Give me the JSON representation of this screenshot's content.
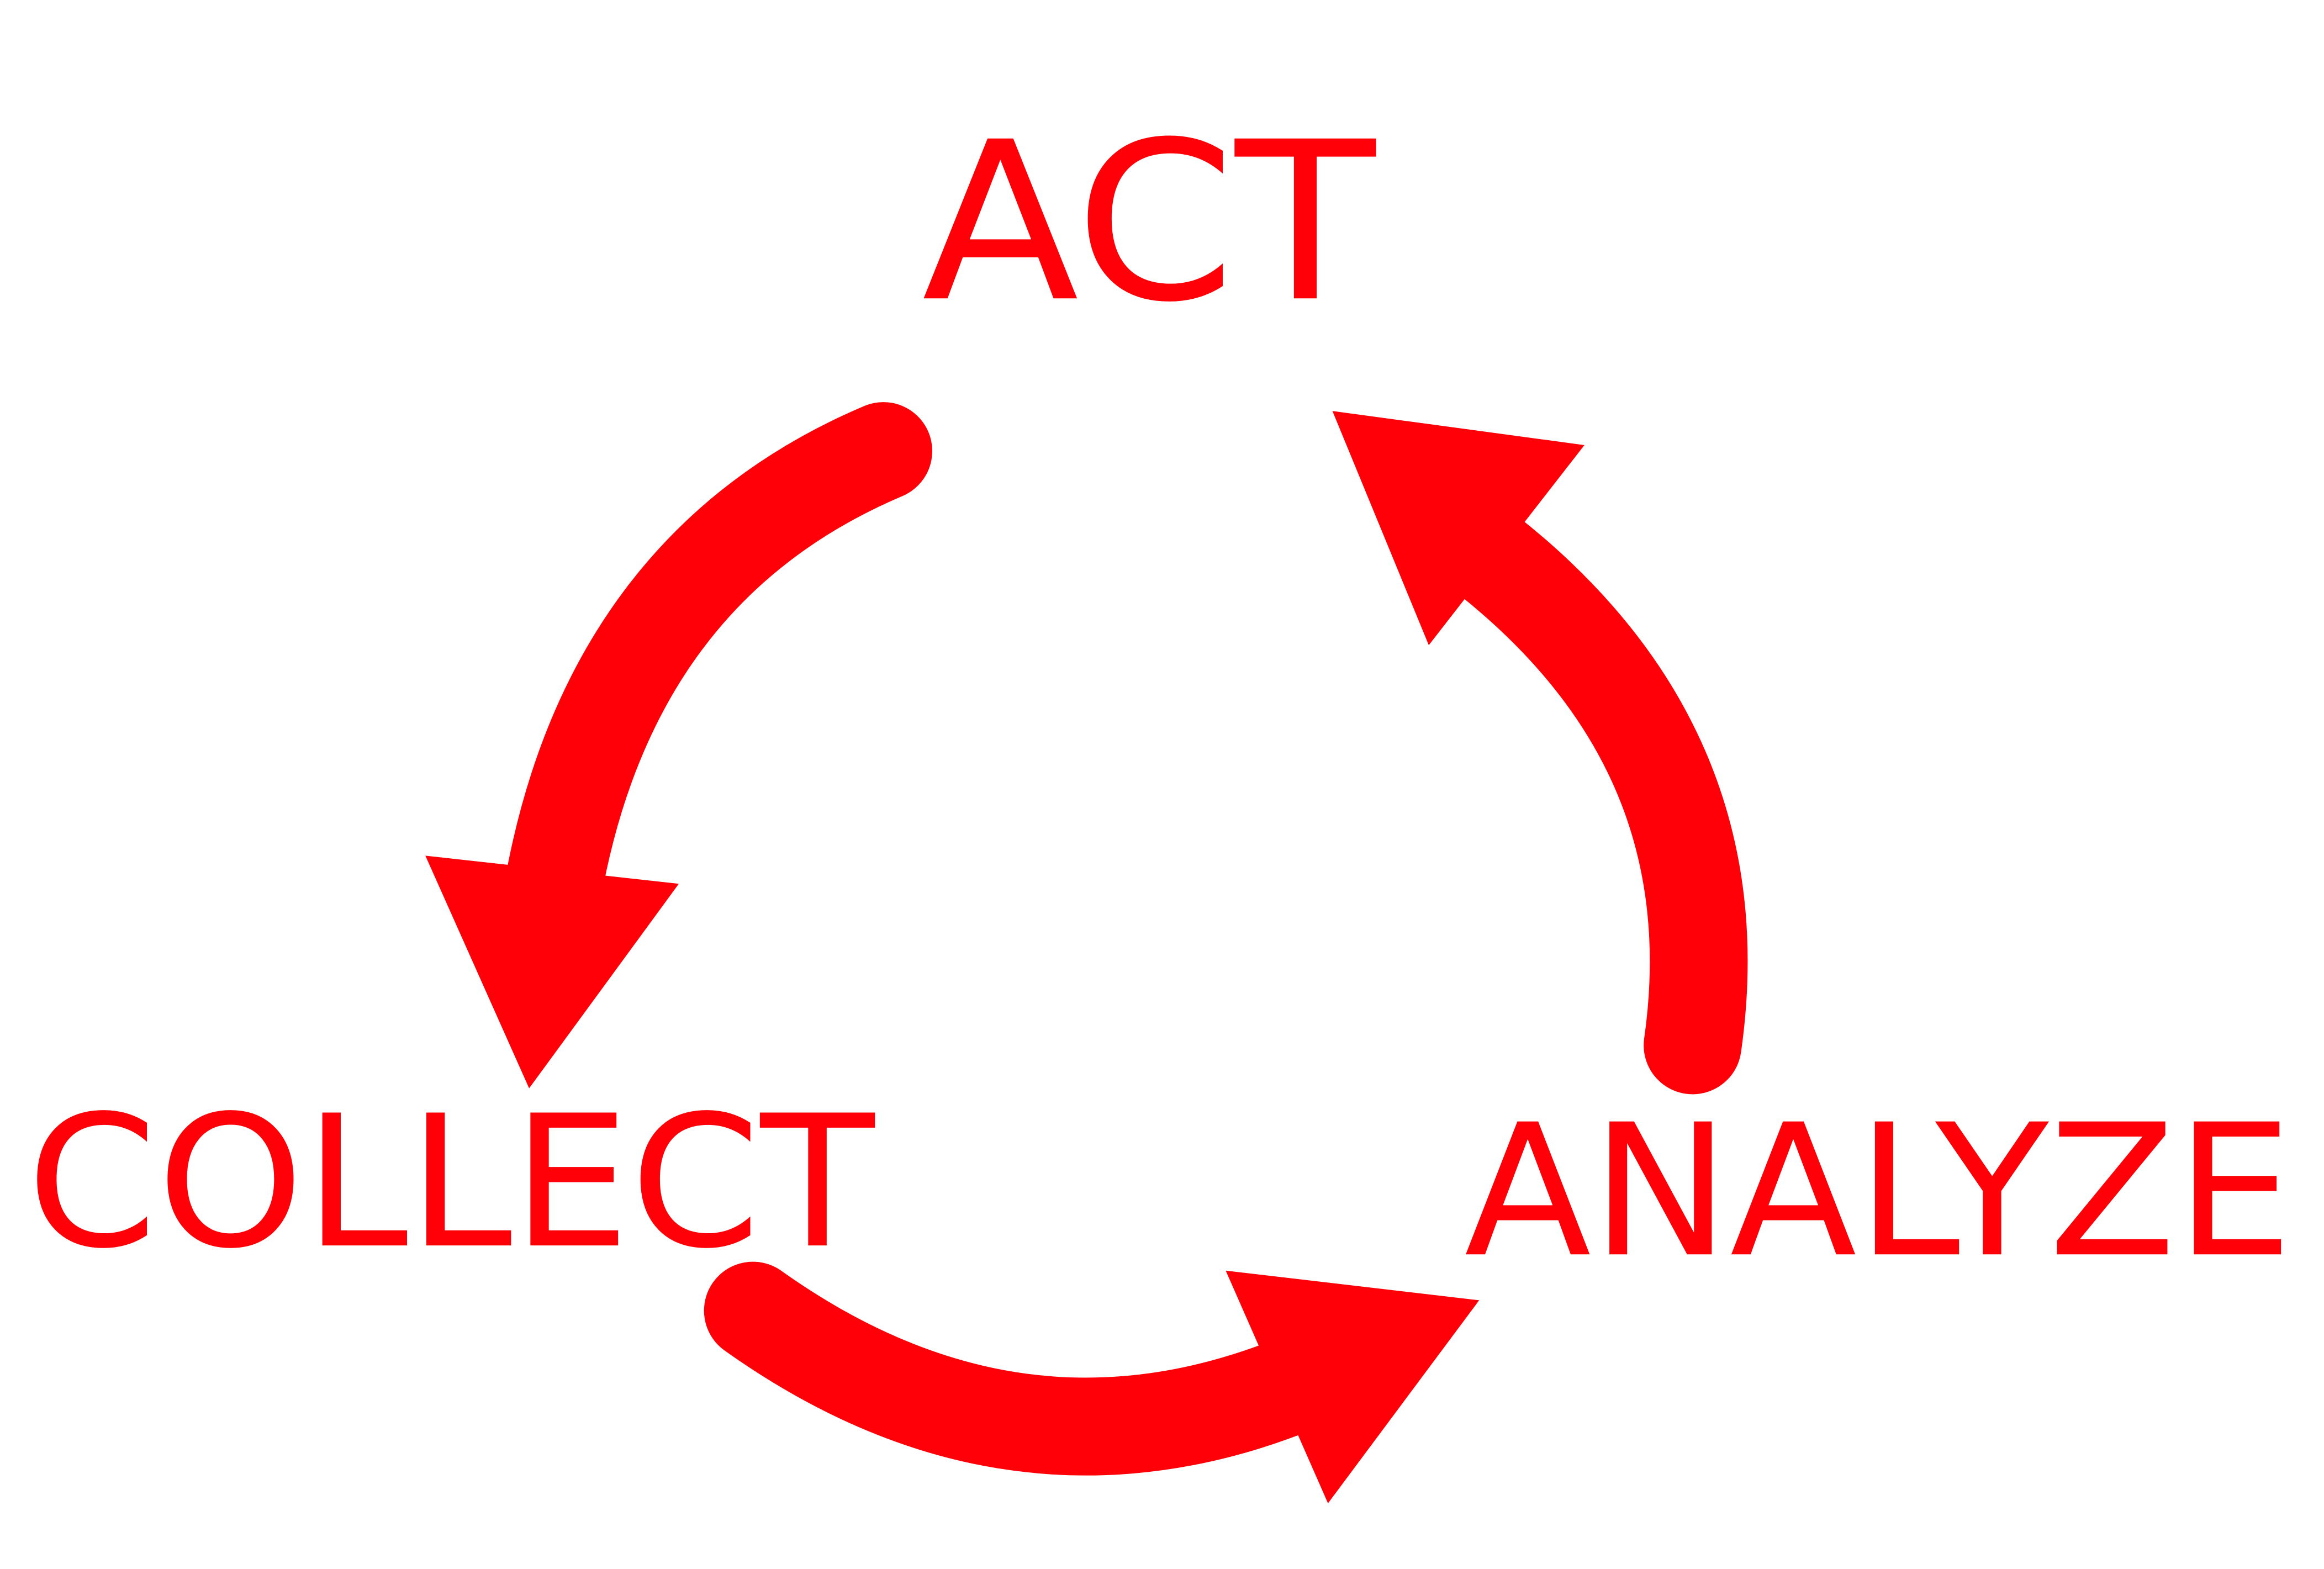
{
  "diagram": {
    "type": "cycle",
    "color": "#ff0008",
    "nodes": [
      {
        "id": "act",
        "label": "ACT"
      },
      {
        "id": "collect",
        "label": "COLLECT"
      },
      {
        "id": "analyze",
        "label": "ANALYZE"
      }
    ],
    "edges": [
      {
        "from": "act",
        "to": "collect"
      },
      {
        "from": "collect",
        "to": "analyze"
      },
      {
        "from": "analyze",
        "to": "act"
      }
    ]
  }
}
